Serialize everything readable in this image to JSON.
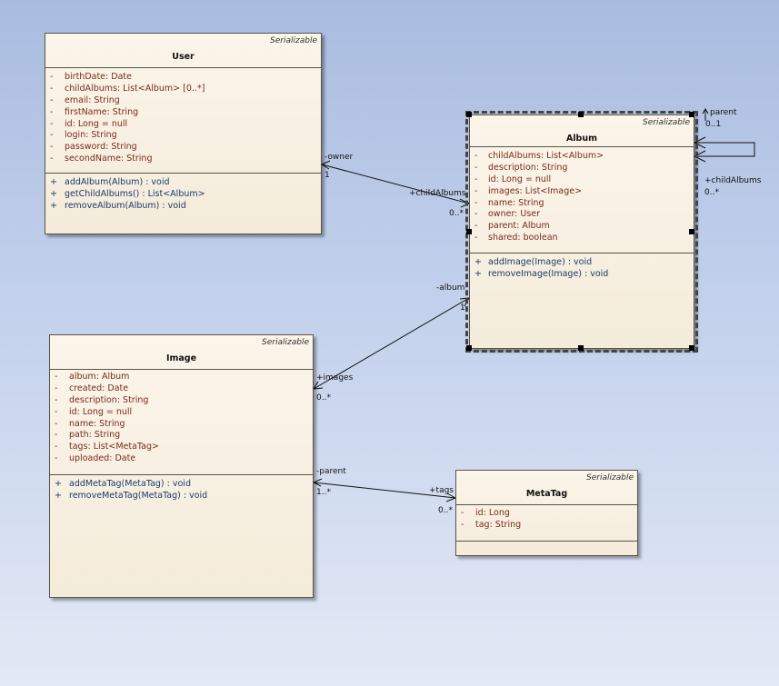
{
  "classes": {
    "user": {
      "stereotype": "Serializable",
      "name": "User",
      "attributes": [
        {
          "vis": "-",
          "text": "birthDate:  Date"
        },
        {
          "vis": "-",
          "text": "childAlbums:  List<Album> [0..*]"
        },
        {
          "vis": "-",
          "text": "email:  String"
        },
        {
          "vis": "-",
          "text": "firstName:  String"
        },
        {
          "vis": "-",
          "text": "id:  Long = null"
        },
        {
          "vis": "-",
          "text": "login:  String"
        },
        {
          "vis": "-",
          "text": "password:  String"
        },
        {
          "vis": "-",
          "text": "secondName:  String"
        }
      ],
      "operations": [
        {
          "vis": "+",
          "text": "addAlbum(Album) : void"
        },
        {
          "vis": "+",
          "text": "getChildAlbums() : List<Album>"
        },
        {
          "vis": "+",
          "text": "removeAlbum(Album) : void"
        }
      ]
    },
    "album": {
      "stereotype": "Serializable",
      "name": "Album",
      "attributes": [
        {
          "vis": "-",
          "text": "childAlbums:  List<Album>"
        },
        {
          "vis": "-",
          "text": "description:  String"
        },
        {
          "vis": "-",
          "text": "id:  Long = null"
        },
        {
          "vis": "-",
          "text": "images:  List<Image>"
        },
        {
          "vis": "-",
          "text": "name:  String"
        },
        {
          "vis": "-",
          "text": "owner:  User"
        },
        {
          "vis": "-",
          "text": "parent:  Album"
        },
        {
          "vis": "-",
          "text": "shared:  boolean"
        }
      ],
      "operations": [
        {
          "vis": "+",
          "text": "addImage(Image) : void"
        },
        {
          "vis": "+",
          "text": "removeImage(Image) : void"
        }
      ]
    },
    "image": {
      "stereotype": "Serializable",
      "name": "Image",
      "attributes": [
        {
          "vis": "-",
          "text": "album:  Album"
        },
        {
          "vis": "-",
          "text": "created:  Date"
        },
        {
          "vis": "-",
          "text": "description:  String"
        },
        {
          "vis": "-",
          "text": "id:  Long = null"
        },
        {
          "vis": "-",
          "text": "name:  String"
        },
        {
          "vis": "-",
          "text": "path:  String"
        },
        {
          "vis": "-",
          "text": "tags:  List<MetaTag>"
        },
        {
          "vis": "-",
          "text": "uploaded:  Date"
        }
      ],
      "operations": [
        {
          "vis": "+",
          "text": "addMetaTag(MetaTag) : void"
        },
        {
          "vis": "+",
          "text": "removeMetaTag(MetaTag) : void"
        }
      ]
    },
    "metatag": {
      "stereotype": "Serializable",
      "name": "MetaTag",
      "attributes": [
        {
          "vis": "-",
          "text": "id:  Long"
        },
        {
          "vis": "-",
          "text": "tag:  String"
        }
      ],
      "operations": []
    }
  },
  "associations": {
    "user_album": {
      "owner_role": "-owner",
      "owner_mult": "1",
      "child_role": "+childAlbums",
      "child_mult": "0..*"
    },
    "album_self": {
      "parent_role": "parent",
      "parent_mult": "0..1",
      "child_role": "+childAlbums",
      "child_mult": "0..*"
    },
    "album_image": {
      "album_role": "-album",
      "album_mult": "1",
      "images_role": "+images",
      "images_mult": "0..*"
    },
    "image_metatag": {
      "parent_role": "-parent",
      "parent_mult": "1..*",
      "tags_role": "+tags",
      "tags_mult": "0..*"
    }
  }
}
